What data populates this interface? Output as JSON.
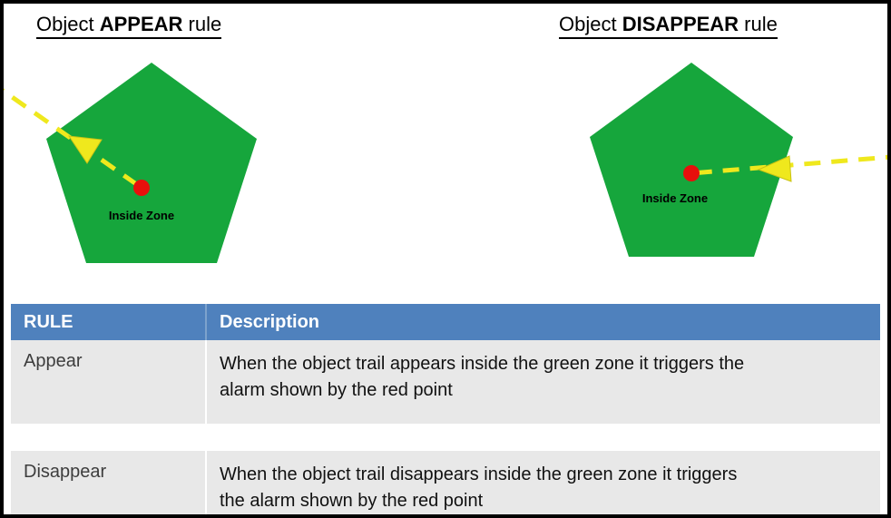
{
  "titles": {
    "left": {
      "prefix": "Object ",
      "emphasis": "APPEAR",
      "suffix": " rule"
    },
    "right": {
      "prefix": "Object ",
      "emphasis": "DISAPPEAR",
      "suffix": " rule"
    }
  },
  "diagrams": {
    "appear": {
      "zone_label": "Inside Zone"
    },
    "disappear": {
      "zone_label": "Inside Zone"
    }
  },
  "colors": {
    "zone_green": "#16a63c",
    "alarm_red": "#e8100c",
    "trail_yellow": "#efe81d",
    "table_header_bg": "#4f81bd",
    "table_row_bg": "#e8e8e8",
    "table_header_text": "#ffffff"
  },
  "table": {
    "headers": [
      "RULE",
      "Description"
    ],
    "rows": [
      {
        "rule": "Appear",
        "description": "When the object trail appears inside the green zone it triggers the alarm shown by the red point"
      },
      {
        "rule": "Disappear",
        "description": "When the object trail disappears inside the green zone it triggers the alarm shown by the red point"
      }
    ]
  }
}
